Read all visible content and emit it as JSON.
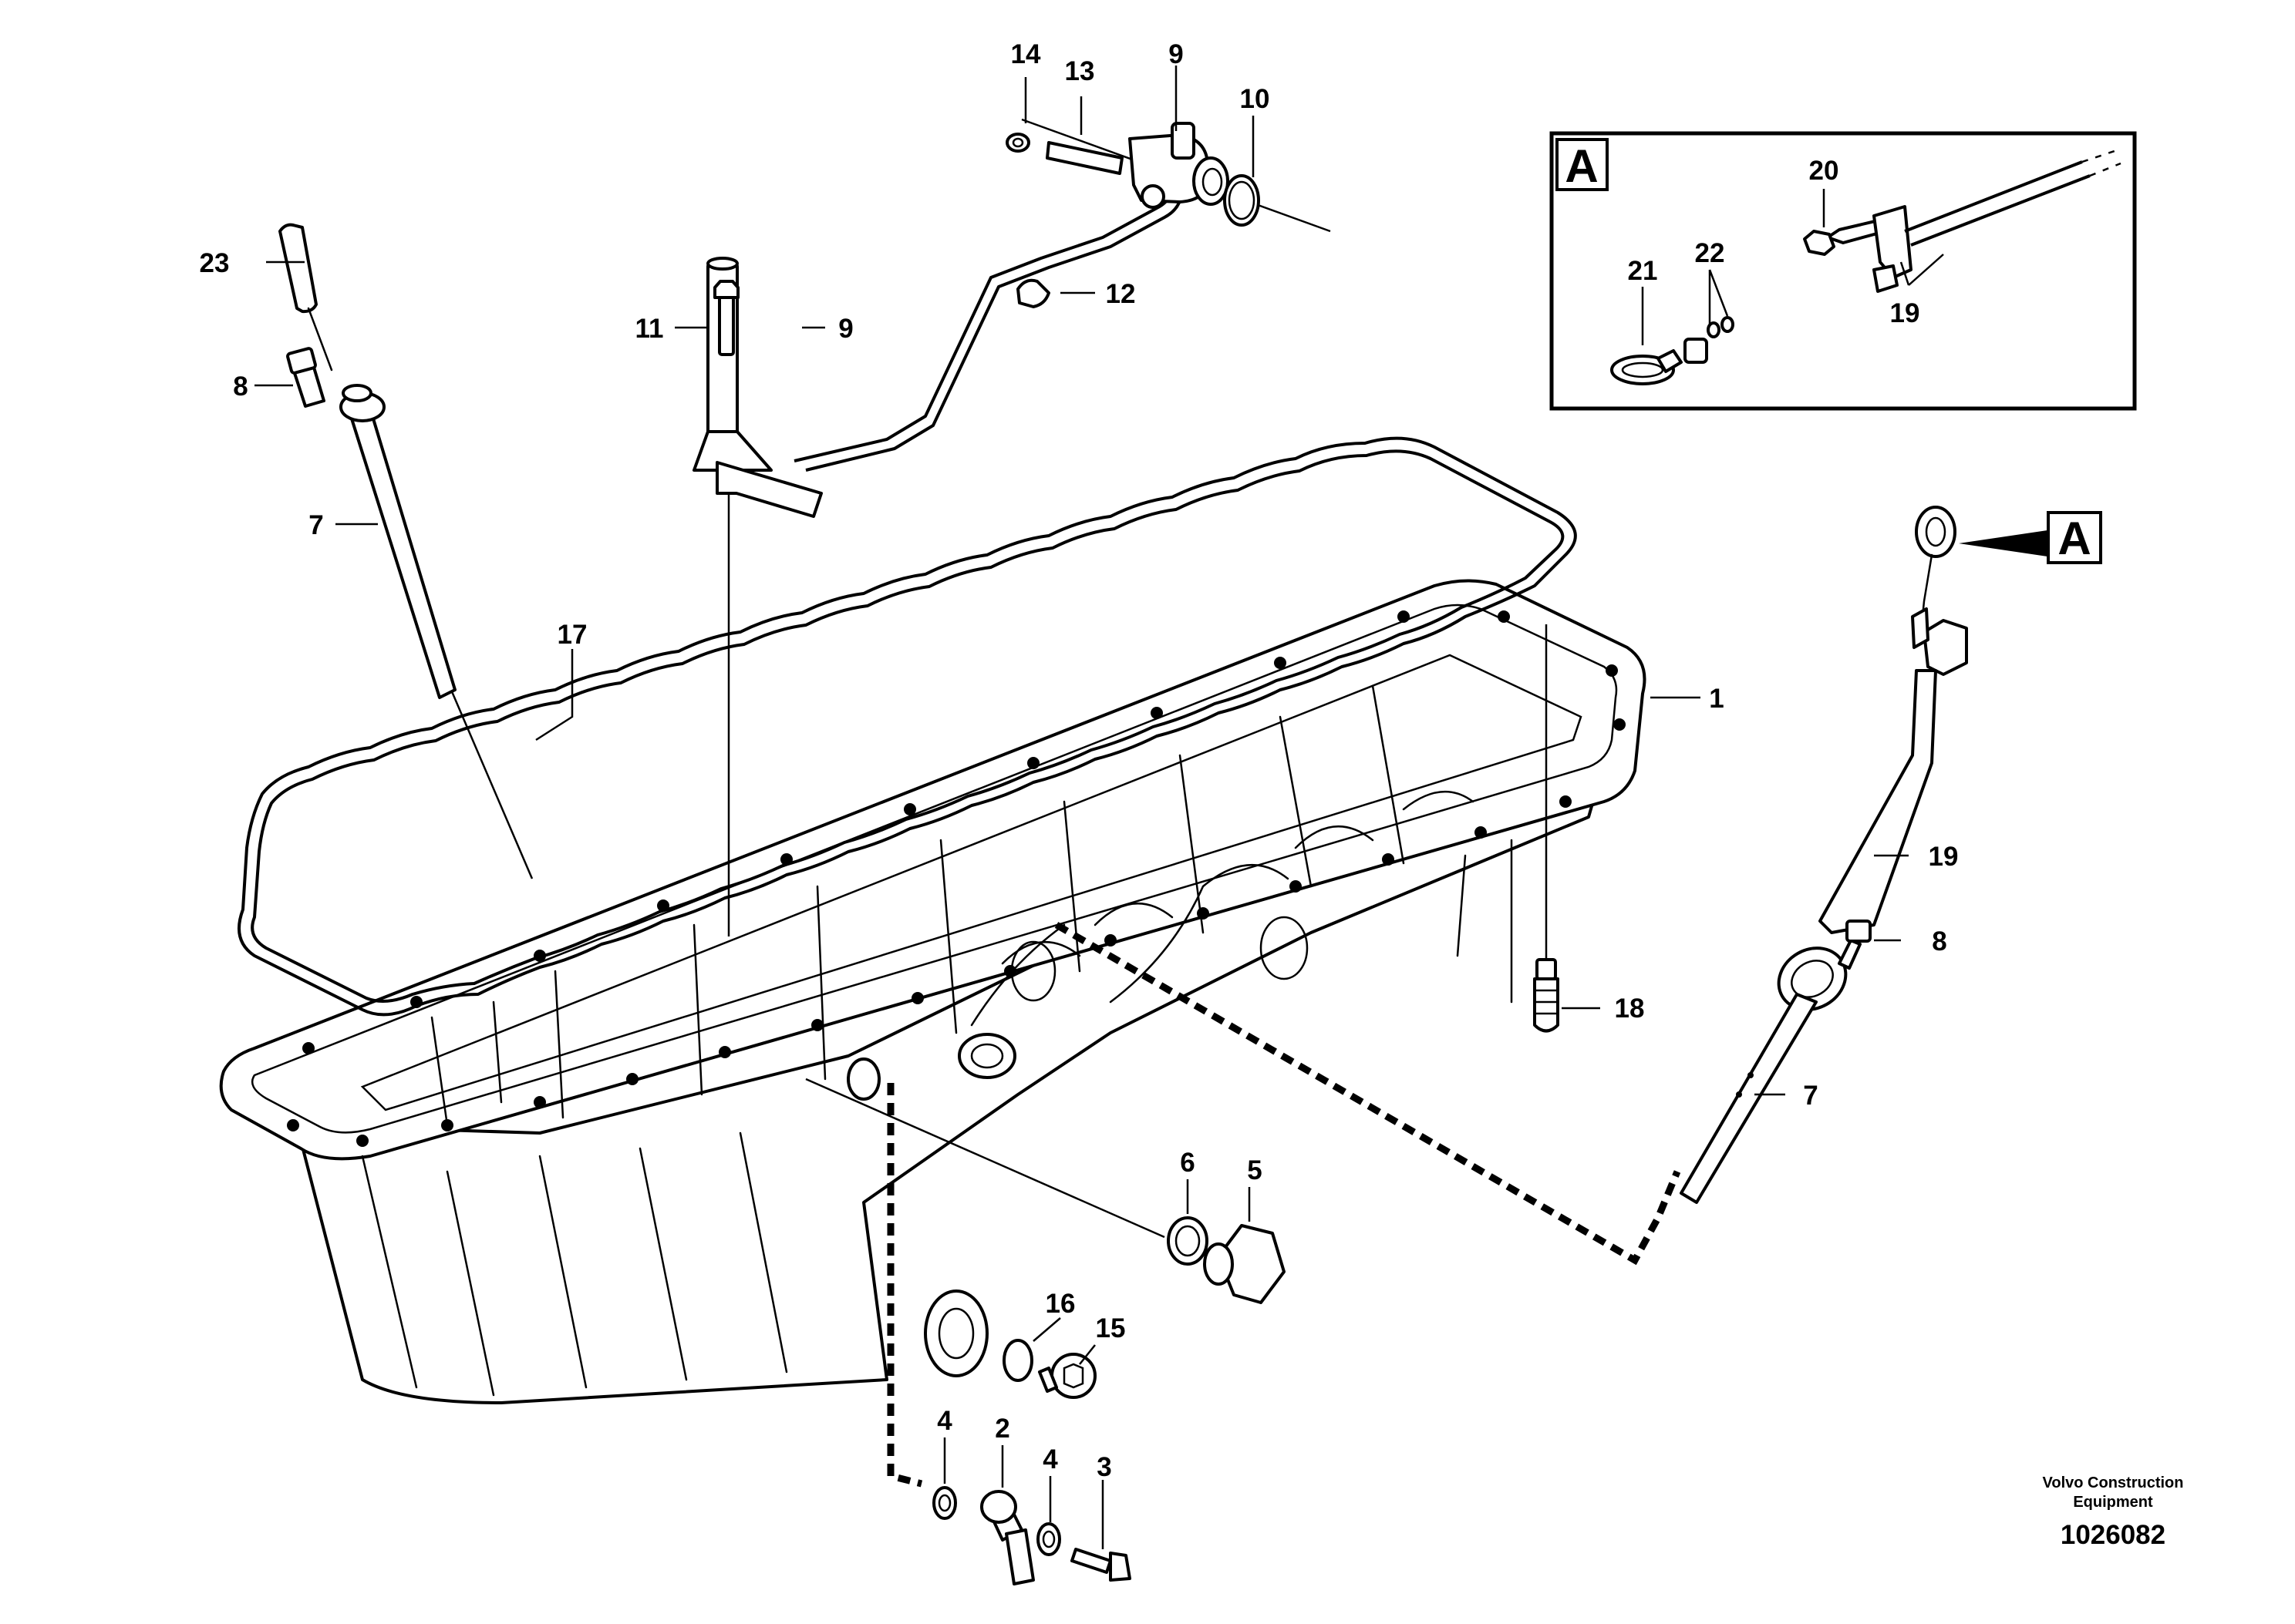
{
  "callouts": {
    "c1": "1",
    "c2": "2",
    "c3": "3",
    "c4a": "4",
    "c4b": "4",
    "c5": "5",
    "c6": "6",
    "c7a": "7",
    "c7b": "7",
    "c8a": "8",
    "c8b": "8",
    "c9a": "9",
    "c9b": "9",
    "c10": "10",
    "c11": "11",
    "c12": "12",
    "c13": "13",
    "c14": "14",
    "c15": "15",
    "c16": "16",
    "c17": "17",
    "c18": "18",
    "c19a": "19",
    "c19b": "19",
    "c20": "20",
    "c21": "21",
    "c22": "22",
    "c23": "23"
  },
  "detail": {
    "label": "A",
    "reference_label": "A"
  },
  "footer": {
    "credit_line1": "Volvo Construction",
    "credit_line2": "Equipment",
    "document_number": "1026082"
  }
}
